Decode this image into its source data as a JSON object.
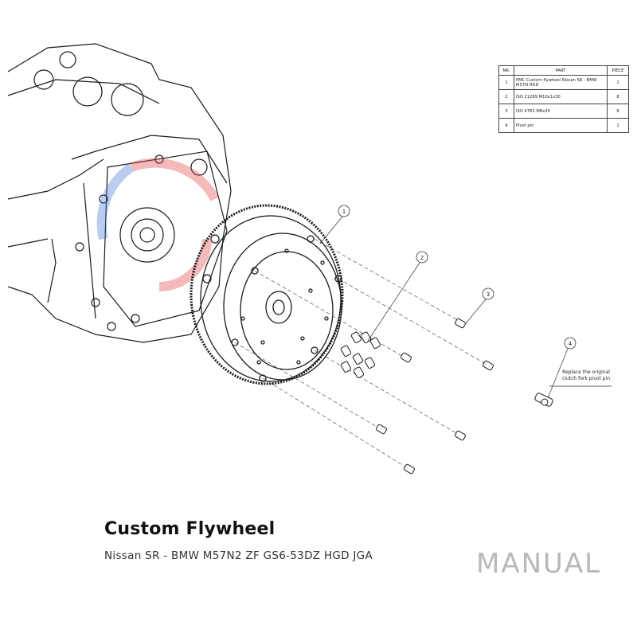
{
  "parts_table": {
    "headers": {
      "nr": "NR.",
      "part": "PART",
      "piece": "PIECE"
    },
    "rows": [
      {
        "nr": "1",
        "part": "PMC Custom flywheel Nissan SR - BMW M57N HGD",
        "piece": "1"
      },
      {
        "nr": "2",
        "part": "ISO 21269 M10x1x30",
        "piece": "8"
      },
      {
        "nr": "3",
        "part": "ISO 4762 M8x20",
        "piece": "6"
      },
      {
        "nr": "4",
        "part": "Pivot pin",
        "piece": "1"
      }
    ]
  },
  "callouts": [
    "1",
    "2",
    "3",
    "4"
  ],
  "callout_note": {
    "line1": "Replace the original",
    "line2": "clutch fork pivot pin"
  },
  "title": "Custom Flywheel",
  "subtitle": "Nissan SR - BMW M57N2 ZF GS6-53DZ HGD JGA",
  "watermark": "MANUAL",
  "colors": {
    "line": "#1a1a1a",
    "logo_red": "#e23b3b",
    "logo_blue": "#3b6fd4",
    "manual_gray": "#b8b8b8"
  }
}
